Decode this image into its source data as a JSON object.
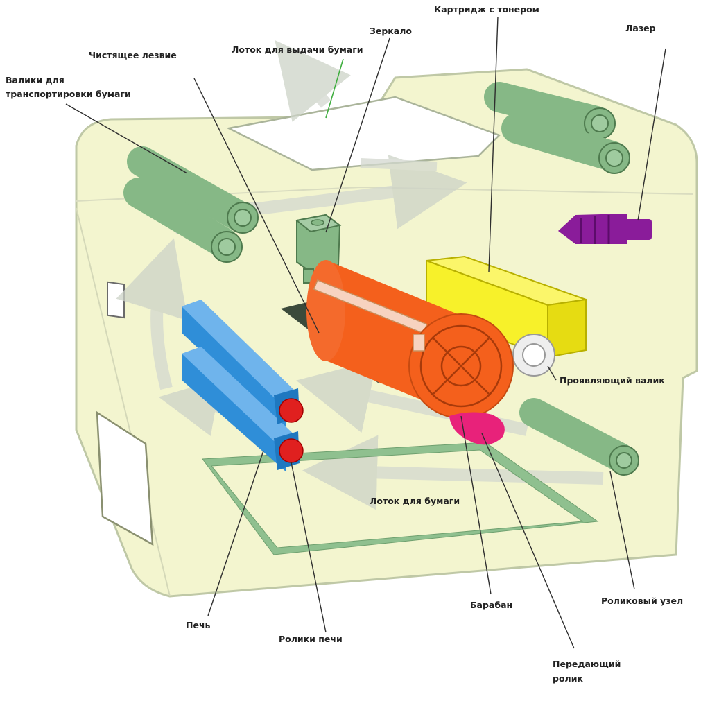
{
  "labels": {
    "toner_cartridge": "Картридж с тонером",
    "mirror": "Зеркало",
    "laser": "Лазер",
    "cleaning_blade": "Чистящее лезвие",
    "output_tray": "Лоток для выдачи бумаги",
    "transport_rollers_1": "Валики для",
    "transport_rollers_2": "транспортировки бумаги",
    "developer_roller": "Проявляющий валик",
    "paper_tray": "Лоток для бумаги",
    "drum": "Барабан",
    "roller_unit": "Роликовый узел",
    "fuser": "Печь",
    "fuser_rollers": "Ролики печи",
    "transfer_roller_1": "Передающий",
    "transfer_roller_2": "ролик"
  },
  "colors": {
    "body": "#f3f5cf",
    "outline": "#bfc8a6",
    "roller_green": "#86b886",
    "fuser_blue": "#2f8ed8",
    "fuser_red": "#e0201f",
    "drum_orange": "#f4601c",
    "cartridge_yellow": "#f7f12a",
    "laser_purple": "#8a1c9a",
    "transfer_pink": "#e8227a",
    "blade_dark": "#3b4a3b",
    "tray_green": "#8fc08f"
  }
}
